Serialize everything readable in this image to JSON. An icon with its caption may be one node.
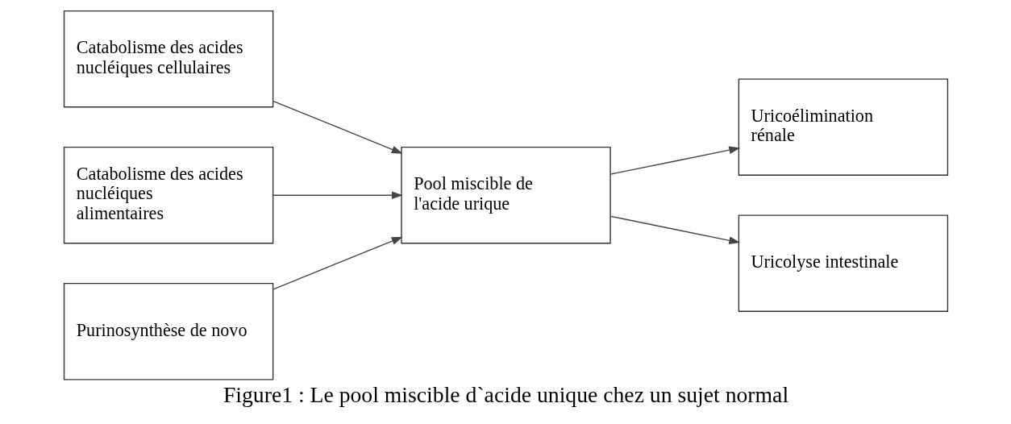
{
  "diagram": {
    "caption": "Figure1 : Le pool miscible d`acide unique chez un sujet normal",
    "nodes": [
      {
        "text": [
          "Catabolisme des acides nucléiques cellulaires"
        ]
      },
      {
        "text": [
          "Catabolisme des acides nucléiques alimentaires"
        ]
      },
      {
        "text": [
          "Purinosynthèse de novo"
        ]
      },
      {
        "text": [
          "Pool miscible de l'acide urique"
        ]
      },
      {
        "text": [
          "Uricoélimination rénale"
        ]
      },
      {
        "text": [
          "Uricolyse intestinale"
        ]
      }
    ],
    "edges": [
      {
        "from": 0,
        "to": 3,
        "arrow": "to"
      },
      {
        "from": 1,
        "to": 3,
        "arrow": "to"
      },
      {
        "from": 2,
        "to": 3,
        "arrow": "to"
      },
      {
        "from": 3,
        "to": 4,
        "arrow": "to"
      },
      {
        "from": 3,
        "to": 5,
        "arrow": "to"
      }
    ]
  }
}
